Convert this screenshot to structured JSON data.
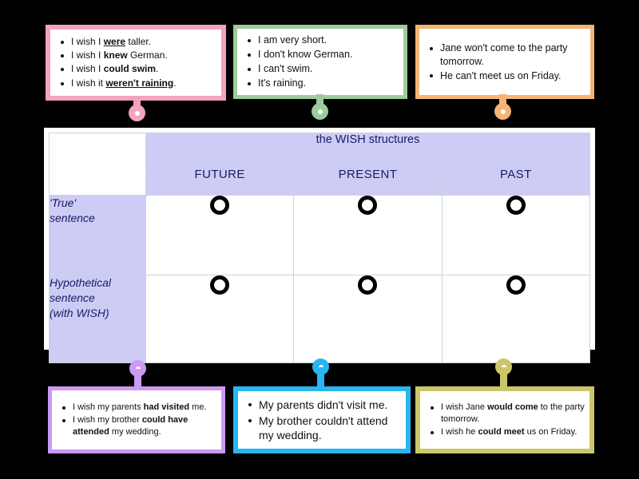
{
  "top_boxes": [
    {
      "name": "past-true-examples",
      "border_color": "#f5a3bd",
      "knob_color": "#f5a3bd",
      "items": [
        [
          {
            "t": "I wish I ",
            "s": "n"
          },
          {
            "t": "were",
            "s": "bu"
          },
          {
            "t": " taller.",
            "s": "n"
          }
        ],
        [
          {
            "t": "I wish I ",
            "s": "n"
          },
          {
            "t": "knew",
            "s": "b"
          },
          {
            "t": " German.",
            "s": "n"
          }
        ],
        [
          {
            "t": "I wish I ",
            "s": "n"
          },
          {
            "t": "could swim",
            "s": "b"
          },
          {
            "t": ".",
            "s": "n"
          }
        ],
        [
          {
            "t": "I wish it ",
            "s": "n"
          },
          {
            "t": "weren't raining",
            "s": "bu"
          },
          {
            "t": ".",
            "s": "n"
          }
        ]
      ]
    },
    {
      "name": "present-true-examples",
      "border_color": "#9ccc9c",
      "knob_color": "#9ccc9c",
      "items": [
        [
          {
            "t": "I am very short.",
            "s": "n"
          }
        ],
        [
          {
            "t": "I don't know German.",
            "s": "n"
          }
        ],
        [
          {
            "t": "I can't swim.",
            "s": "n"
          }
        ],
        [
          {
            "t": "It's raining.",
            "s": "n"
          }
        ]
      ]
    },
    {
      "name": "future-true-examples",
      "border_color": "#f5b473",
      "knob_color": "#f5b473",
      "items": [
        [
          {
            "t": "Jane won't come to the party tomorrow.",
            "s": "n"
          }
        ],
        [
          {
            "t": "He can't meet us on Friday.",
            "s": "n"
          }
        ]
      ]
    }
  ],
  "table": {
    "title": "the WISH structures",
    "column_headers": [
      "FUTURE",
      "PRESENT",
      "PAST"
    ],
    "row_headers": [
      "'True'\nsentence",
      "Hypothetical\nsentence\n(with WISH)"
    ],
    "marks": [
      [
        "circle",
        "circle",
        "circle"
      ],
      [
        "circle",
        "circle",
        "circle"
      ]
    ],
    "mark_icon": "ring-marker",
    "header_bg": "#ccccf5",
    "header_text_color": "#1a1a66"
  },
  "bottom_boxes": [
    {
      "name": "past-wish-examples",
      "border_color": "#cc99f5",
      "knob_color": "#cc99f5",
      "font_size": "11px",
      "items": [
        [
          {
            "t": "I wish my parents ",
            "s": "n"
          },
          {
            "t": "had visited",
            "s": "b"
          },
          {
            "t": " me.",
            "s": "n"
          }
        ],
        [
          {
            "t": "I wish my brother ",
            "s": "n"
          },
          {
            "t": "could have attended",
            "s": "b"
          },
          {
            "t": " my wedding.",
            "s": "n"
          }
        ]
      ]
    },
    {
      "name": "present-wish-examples",
      "border_color": "#29b6f0",
      "knob_color": "#29b6f0",
      "font_size": "14px",
      "items": [
        [
          {
            "t": "My parents didn't visit me.",
            "s": "n"
          }
        ],
        [
          {
            "t": "My brother couldn't attend my wedding.",
            "s": "n"
          }
        ]
      ]
    },
    {
      "name": "future-wish-examples",
      "border_color": "#ccc66b",
      "knob_color": "#ccc66b",
      "font_size": "11px",
      "items": [
        [
          {
            "t": "I wish Jane ",
            "s": "n"
          },
          {
            "t": "would come",
            "s": "b"
          },
          {
            "t": " to the party tomorrow.",
            "s": "n"
          }
        ],
        [
          {
            "t": "I wish he ",
            "s": "n"
          },
          {
            "t": "could meet",
            "s": "b"
          },
          {
            "t": " us on Friday.",
            "s": "n"
          }
        ]
      ]
    }
  ]
}
